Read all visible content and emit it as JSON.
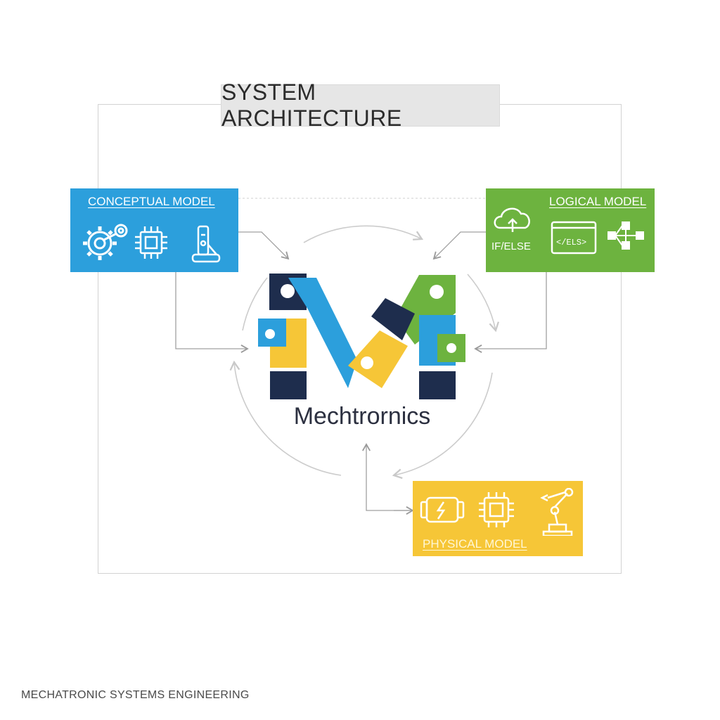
{
  "diagram": {
    "title": "SYSTEM ARCHITECTURE",
    "center_label": "Mechtrornics",
    "footer": "MECHATRONIC SYSTEMS ENGINEERING",
    "panels": {
      "conceptual": {
        "label": "CONCEPTUAL MODEL",
        "color": "#2c9fdc",
        "icons": [
          "gears-icon",
          "microchip-icon",
          "sensor-device-icon"
        ]
      },
      "logical": {
        "label": "LOGICAL MODEL",
        "color": "#6db33f",
        "icons": [
          "cloud-upload-icon",
          "code-window-icon",
          "network-nodes-icon"
        ],
        "code_text": "IF/ELSE",
        "code_window_text": "</ELS>"
      },
      "physical": {
        "label": "PHYSICAL MODEL",
        "color": "#f6c637",
        "icons": [
          "battery-motor-icon",
          "microchip-icon",
          "robot-arm-icon"
        ]
      }
    },
    "logo_colors": {
      "navy": "#1e2d4d",
      "blue": "#2c9fdc",
      "green": "#6db33f",
      "yellow": "#f6c637"
    }
  }
}
